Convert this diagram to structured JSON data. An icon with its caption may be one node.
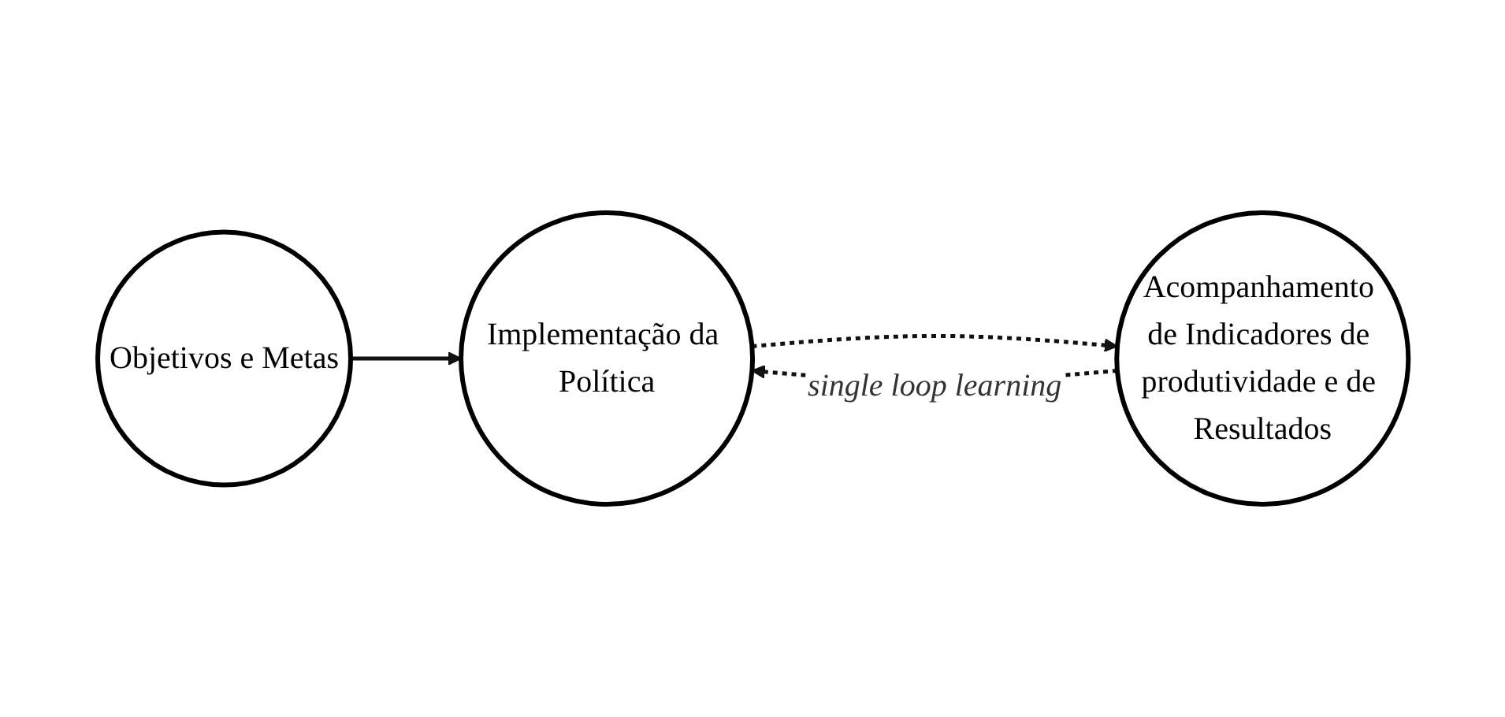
{
  "diagram": {
    "nodes": [
      {
        "text": [
          "Objetivos e Metas"
        ]
      },
      {
        "text": [
          "Implementação da Política"
        ]
      },
      {
        "text": [
          "Acompanhamento de Indicadores de produtividade e de Resultados"
        ]
      }
    ],
    "edges": [
      {
        "from": 0,
        "to": 1,
        "arrow": "to"
      },
      {
        "from": 1,
        "to": 2,
        "arrow": "to",
        "style": "dashed"
      },
      {
        "from": 2,
        "to": 1,
        "arrow": "to",
        "style": "dashed",
        "label": "single loop learning"
      }
    ]
  }
}
